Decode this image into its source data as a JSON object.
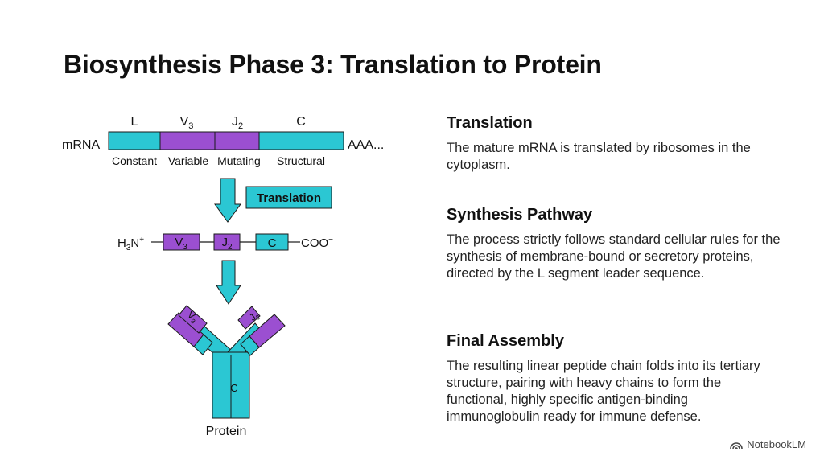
{
  "title": "Biosynthesis Phase 3: Translation to Protein",
  "colors": {
    "cyan": "#2bc7d3",
    "purple": "#9b4fd1",
    "stroke": "#1a1a1a"
  },
  "diagram": {
    "mrna_label": "mRNA",
    "poly_a": "AAA...",
    "segments": [
      {
        "letter": "L",
        "sub": "",
        "desc": "Constant"
      },
      {
        "letter": "V",
        "sub": "3",
        "desc": "Variable"
      },
      {
        "letter": "J",
        "sub": "2",
        "desc": "Mutating"
      },
      {
        "letter": "C",
        "sub": "",
        "desc": "Structural"
      }
    ],
    "translation_label": "Translation",
    "peptide": {
      "n_term": {
        "base": "H",
        "sub": "3",
        "rest": "N",
        "sup": "+"
      },
      "c_term": {
        "base": "COO",
        "sup": "−"
      },
      "v": {
        "letter": "V",
        "sub": "3"
      },
      "j": {
        "letter": "J",
        "sub": "2"
      },
      "c": "C"
    },
    "antibody": {
      "v_label": {
        "letter": "V",
        "sub": "3"
      },
      "j_label": {
        "letter": "J",
        "sub": "2"
      },
      "c_label": "C"
    },
    "protein_label": "Protein"
  },
  "sections": [
    {
      "heading": "Translation",
      "body": "The mature mRNA is translated by ribosomes in the cytoplasm."
    },
    {
      "heading": "Synthesis Pathway",
      "body": "The process strictly follows standard cellular rules for the synthesis of membrane-bound or secretory proteins, directed by the L segment leader sequence."
    },
    {
      "heading": "Final Assembly",
      "body": "The resulting linear peptide chain folds into its tertiary structure, pairing with heavy chains to form the functional, highly specific antigen-binding immunoglobulin ready for immune defense."
    }
  ],
  "footer": {
    "brand": "NotebookLM",
    "icon": "notebooklm-logo-icon"
  }
}
